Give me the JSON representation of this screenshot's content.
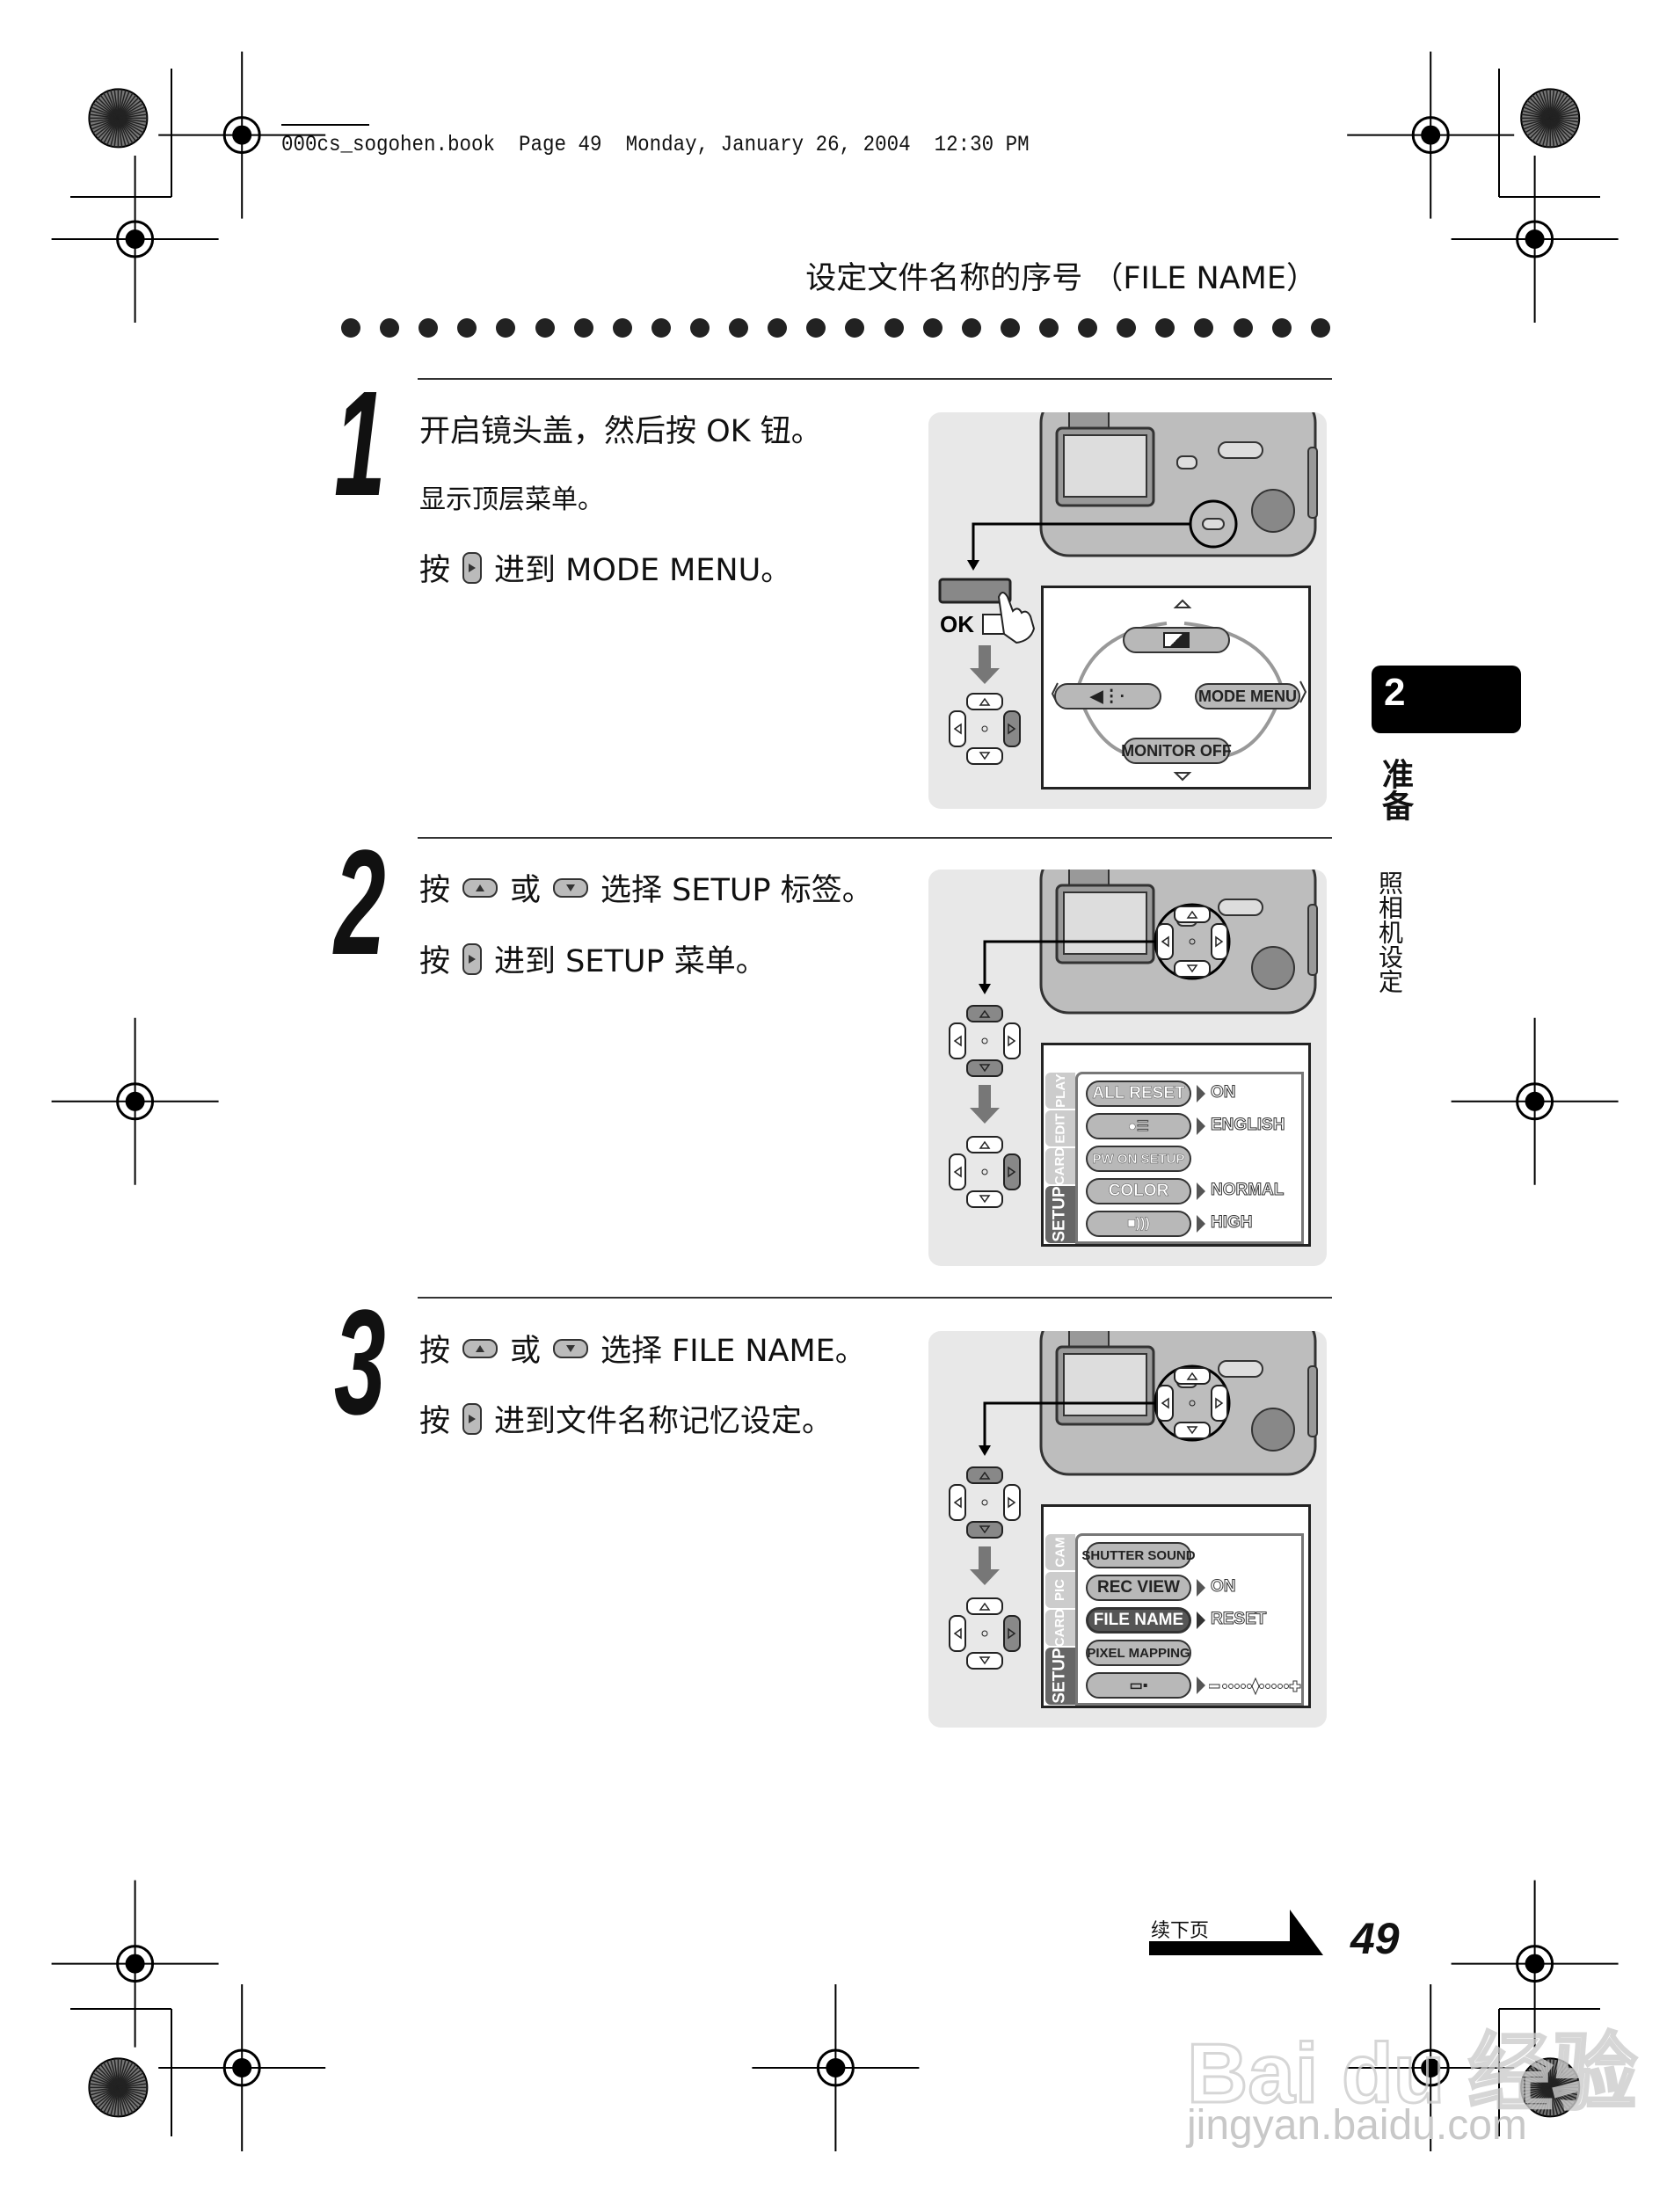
{
  "header": {
    "file_info": "000cs_sogohen.book  Page 49  Monday, January 26, 2004  12:30 PM"
  },
  "page_title": "设定文件名称的序号 （FILE NAME）",
  "steps": [
    {
      "number": "1",
      "lines": [
        [
          {
            "text": "开启镜头盖，然后按 OK 钮。"
          }
        ],
        [
          {
            "text": "显示顶层菜单。"
          }
        ],
        [
          {
            "text": "按"
          },
          {
            "icon": "right-button-icon"
          },
          {
            "text": "进到 MODE MENU。"
          }
        ]
      ]
    },
    {
      "number": "2",
      "lines": [
        [
          {
            "text": "按"
          },
          {
            "icon": "up-button-icon"
          },
          {
            "text": "或"
          },
          {
            "icon": "down-button-icon"
          },
          {
            "text": "选择 SETUP 标签。"
          }
        ],
        [
          {
            "text": "按"
          },
          {
            "icon": "right-button-icon"
          },
          {
            "text": "进到 SETUP 菜单。"
          }
        ]
      ]
    },
    {
      "number": "3",
      "lines": [
        [
          {
            "text": "按"
          },
          {
            "icon": "up-button-icon"
          },
          {
            "text": "或"
          },
          {
            "icon": "down-button-icon"
          },
          {
            "text": "选择 FILE NAME。"
          }
        ],
        [
          {
            "text": "按"
          },
          {
            "icon": "right-button-icon"
          },
          {
            "text": "进到文件名称记忆设定。"
          }
        ]
      ]
    }
  ],
  "panels": {
    "ok_label": "OK",
    "screen1": {
      "top_icon": "exposure-compensation-icon",
      "left_icon": "drive-mode-icon",
      "right_label": "MODE MENU",
      "bottom_label": "MONITOR OFF"
    },
    "screen2": {
      "tabs": [
        "SETUP",
        "CARD",
        "EDIT",
        "PLAY"
      ],
      "active_tab": "SETUP",
      "items": [
        {
          "label": "ALL RESET",
          "value": "ON"
        },
        {
          "icon": "language-icon",
          "value": "ENGLISH"
        },
        {
          "label": "PW ON SETUP"
        },
        {
          "label": "COLOR",
          "value": "NORMAL"
        },
        {
          "icon": "volume-icon",
          "value": "HIGH"
        }
      ]
    },
    "screen3": {
      "tabs": [
        "SETUP",
        "CARD",
        "PIC",
        "CAM"
      ],
      "active_tab": "SETUP",
      "items": [
        {
          "label": "SHUTTER SOUND"
        },
        {
          "label": "REC VIEW",
          "value": "ON"
        },
        {
          "label": "FILE NAME",
          "value": "RESET",
          "selected": true
        },
        {
          "label": "PIXEL MAPPING"
        },
        {
          "icon": "monitor-brightness-icon",
          "slider_level": 0.5
        }
      ]
    }
  },
  "chapter_tab": {
    "number": "2",
    "title": "准备",
    "subtitle": "照相机设定"
  },
  "footer": {
    "continue_label": "续下页",
    "page_number": "49"
  },
  "watermark": {
    "text": "Bai du 经验",
    "url_text": "jingyan.baidu.com"
  }
}
